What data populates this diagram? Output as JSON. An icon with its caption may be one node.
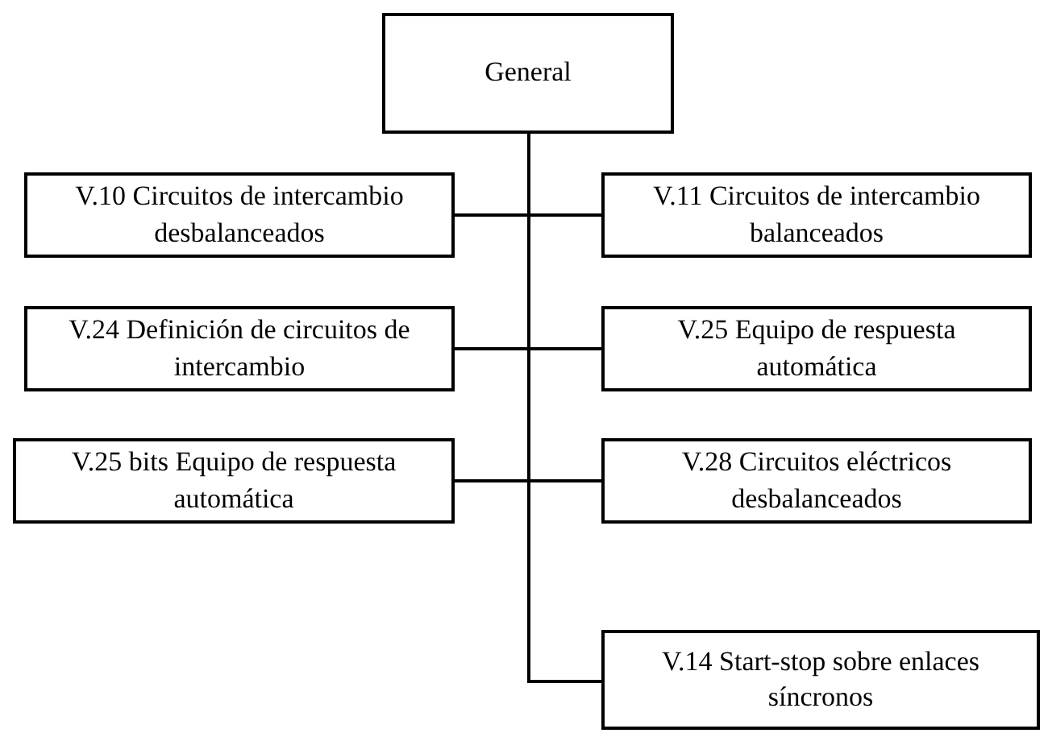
{
  "diagram": {
    "nodes": [
      {
        "text": [
          "General"
        ]
      },
      {
        "text": [
          "V.10 Circuitos de intercambio desbalanceados"
        ]
      },
      {
        "text": [
          "V.11 Circuitos de intercambio balanceados"
        ]
      },
      {
        "text": [
          "V.24 Definición de circuitos de intercambio"
        ]
      },
      {
        "text": [
          "V.25 Equipo de respuesta automática"
        ]
      },
      {
        "text": [
          "V.25 bits Equipo de respuesta automática"
        ]
      },
      {
        "text": [
          "V.28 Circuitos eléctricos desbalanceados"
        ]
      },
      {
        "text": [
          "V.14 Start-stop sobre enlaces síncronos"
        ]
      }
    ],
    "edges": [
      {
        "from": 0,
        "to": 1,
        "arrow": "none"
      },
      {
        "from": 0,
        "to": 2,
        "arrow": "none"
      },
      {
        "from": 0,
        "to": 3,
        "arrow": "none"
      },
      {
        "from": 0,
        "to": 4,
        "arrow": "none"
      },
      {
        "from": 0,
        "to": 5,
        "arrow": "none"
      },
      {
        "from": 0,
        "to": 6,
        "arrow": "none"
      },
      {
        "from": 0,
        "to": 7,
        "arrow": "none"
      }
    ]
  }
}
